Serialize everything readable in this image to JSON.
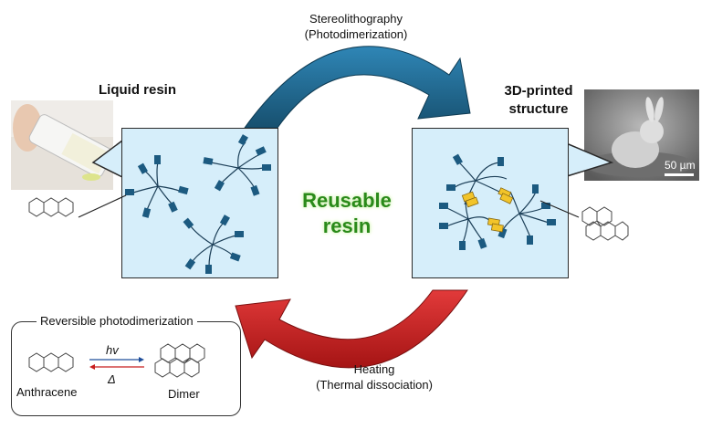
{
  "top_arrow": {
    "title": "Stereolithography",
    "subtitle": "(Photodimerization)",
    "color": "#1f6e9a"
  },
  "bottom_arrow": {
    "title": "Heating",
    "subtitle": "(Thermal dissociation)",
    "color": "#c81e1e"
  },
  "center": {
    "line1": "Reusable",
    "line2": "resin",
    "color": "#2a8a1a"
  },
  "left_panel": {
    "title": "Liquid resin",
    "fill": "#d6eefa",
    "node_color": "#1c5a80"
  },
  "right_panel": {
    "title_line1": "3D-printed",
    "title_line2": "structure",
    "crosslink_color": "#f2c42a",
    "scale_bar": "50 µm"
  },
  "legend": {
    "title": "Reversible photodimerization",
    "forward": "hv",
    "reverse": "Δ",
    "left_label": "Anthracene",
    "right_label": "Dimer",
    "forward_color": "#1f4e9a",
    "reverse_color": "#c81e1e"
  }
}
